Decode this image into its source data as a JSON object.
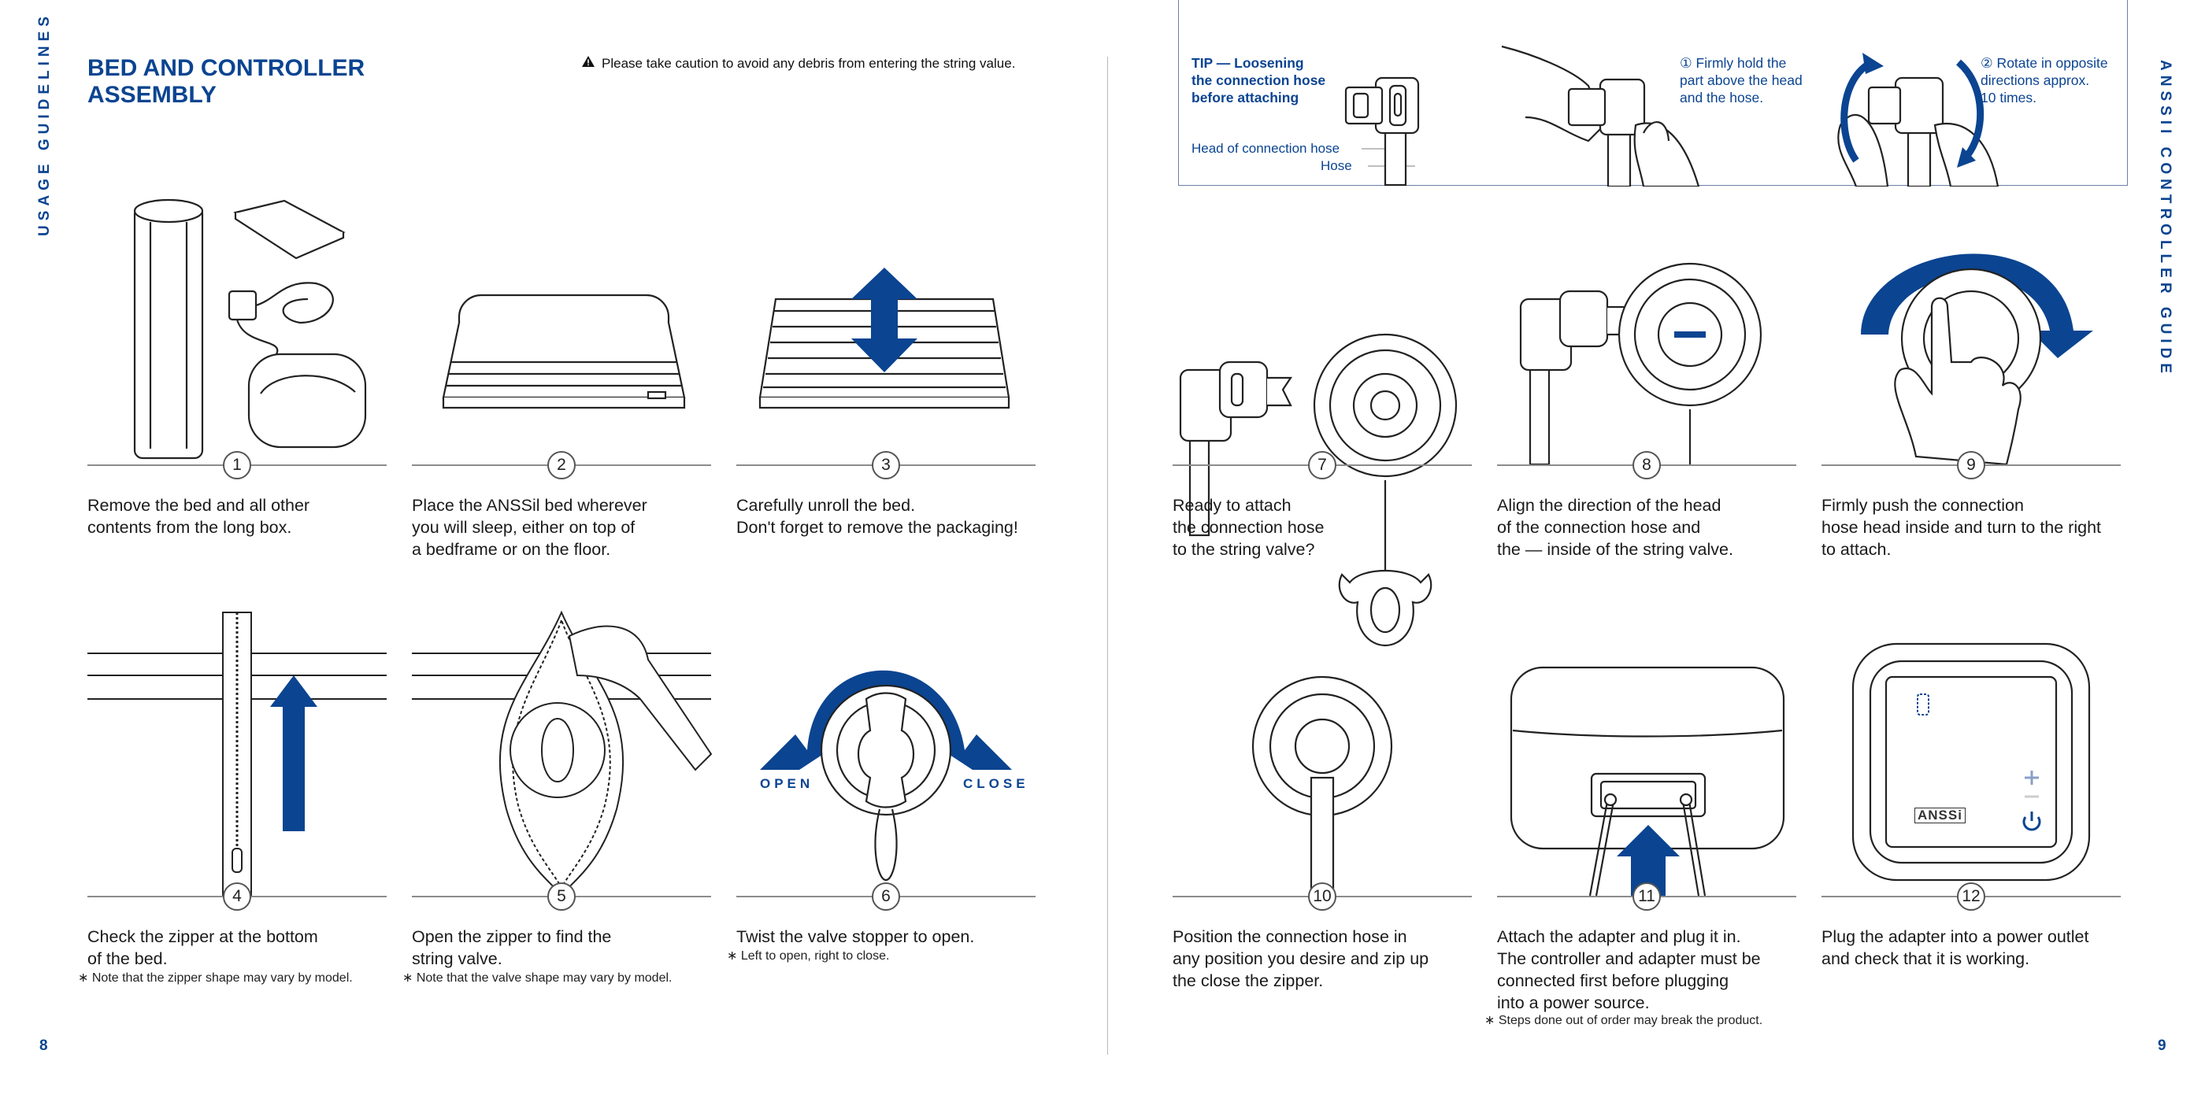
{
  "left_page": {
    "side_label": "USAGE GUIDELINES",
    "page_number": "8",
    "title": "BED AND CONTROLLER ASSEMBLY",
    "caution": "Please take caution to avoid any debris from entering the string value."
  },
  "right_page": {
    "side_label": "ANSSII CONTROLLER GUIDE",
    "page_number": "9",
    "tip": {
      "title": "TIP — Loosening\nthe connection hose\nbefore attaching",
      "label_head": "Head of connection hose",
      "label_hose": "Hose",
      "step_1": "① Firmly hold the\npart above the head\nand the hose.",
      "step_2": "② Rotate in opposite\ndirections approx.\n10 times."
    }
  },
  "steps": [
    {
      "number": "1",
      "text": "Remove the bed and all other\ncontents from the long box.",
      "note": ""
    },
    {
      "number": "2",
      "text": "Place the ANSSil bed wherever\nyou will sleep, either on top of\na bedframe or on the floor.",
      "note": ""
    },
    {
      "number": "3",
      "text": "Carefully unroll the bed.\nDon't forget to remove the packaging!",
      "note": ""
    },
    {
      "number": "4",
      "text": "Check the zipper at the bottom\nof the bed.",
      "note": "∗ Note that the zipper shape may vary by model."
    },
    {
      "number": "5",
      "text": "Open the zipper to find the\nstring valve.",
      "note": "∗ Note that the valve shape may vary by model."
    },
    {
      "number": "6",
      "text": "Twist the valve stopper to open.",
      "note": "∗ Left to open, right to close."
    },
    {
      "number": "7",
      "text": "Ready to attach\nthe connection hose\nto the string valve?",
      "note": ""
    },
    {
      "number": "8",
      "text": "Align the direction of the head\nof the connection hose and\nthe — inside of the string valve.",
      "note": ""
    },
    {
      "number": "9",
      "text": "Firmly push the connection\nhose head inside and turn to the right\nto attach.",
      "note": ""
    },
    {
      "number": "10",
      "text": "Position the connection hose in\nany position you desire and zip up\nthe close the zipper.",
      "note": ""
    },
    {
      "number": "11",
      "text": "Attach the adapter and plug it in.\nThe controller and adapter must be\nconnected first before plugging\ninto a power source.",
      "note": "∗ Steps done out of order may break the product."
    },
    {
      "number": "12",
      "text": "Plug the adapter into a power outlet\nand check that it is working.",
      "note": ""
    }
  ],
  "valve_labels": {
    "open": "OPEN",
    "close": "CLOSE"
  },
  "controller_logo": "ANSSi",
  "colors": {
    "brand_navy": "#0b4491",
    "line_gray": "#8c8c8c"
  }
}
